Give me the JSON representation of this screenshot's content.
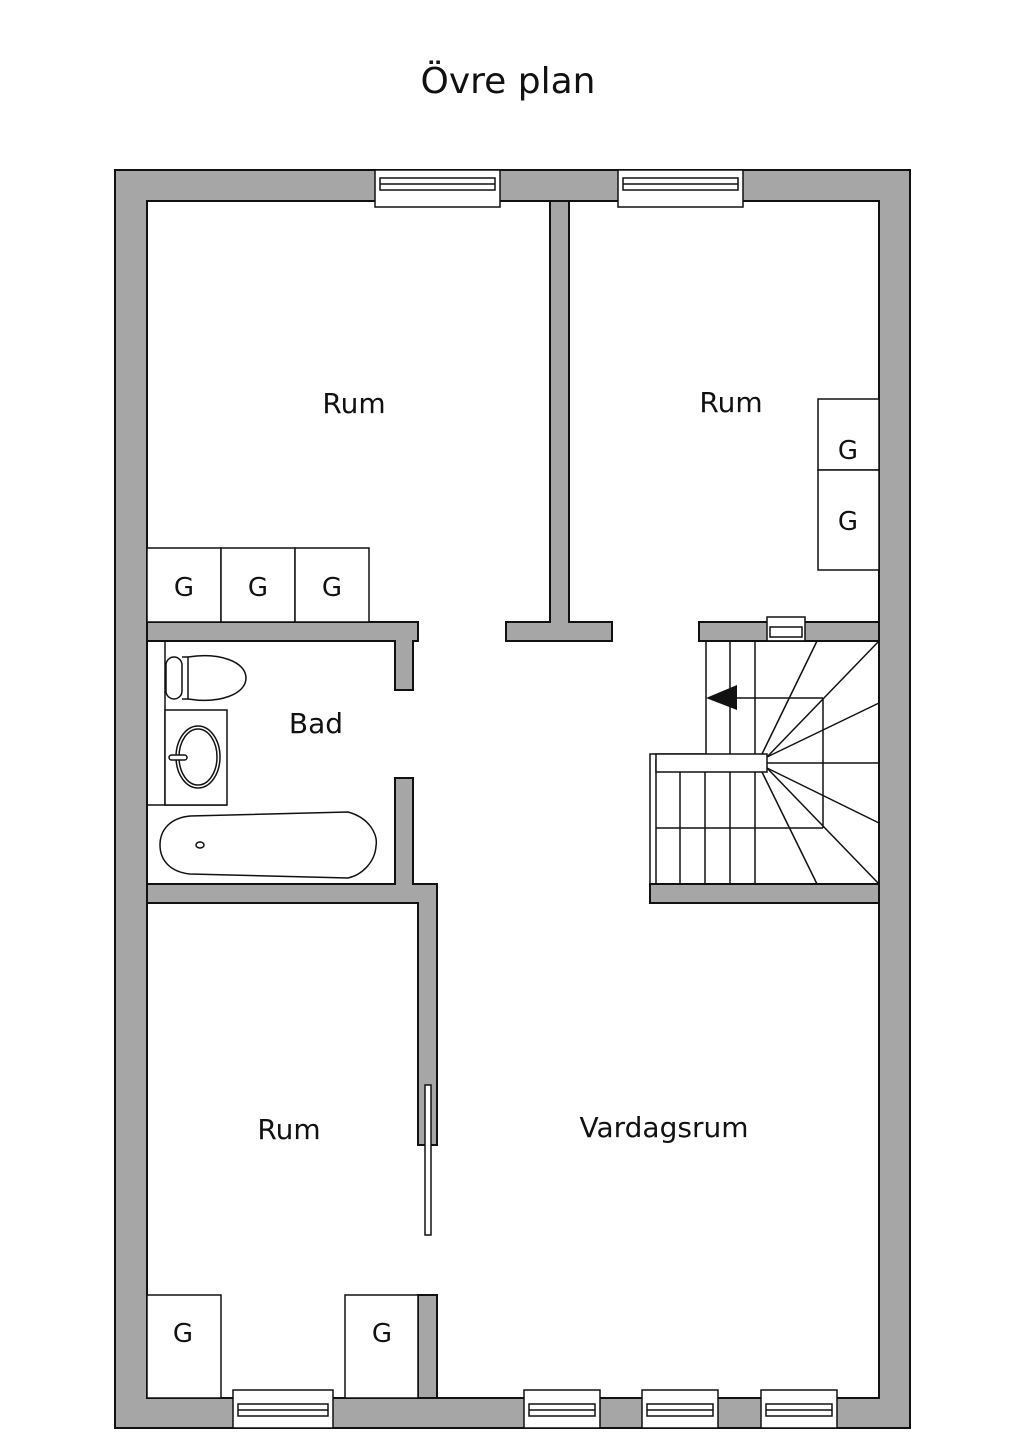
{
  "title": "Övre plan",
  "colors": {
    "wall": "#a6a6a6",
    "line": "#111111",
    "background": "#ffffff"
  },
  "rooms": {
    "rum_top_left": "Rum",
    "rum_top_right": "Rum",
    "bad": "Bad",
    "rum_bottom_left": "Rum",
    "vardagsrum": "Vardagsrum"
  },
  "closets": {
    "top_left": [
      "G",
      "G",
      "G"
    ],
    "top_right": [
      "G",
      "G"
    ],
    "bottom_left": "G",
    "bottom_middle": "G"
  }
}
